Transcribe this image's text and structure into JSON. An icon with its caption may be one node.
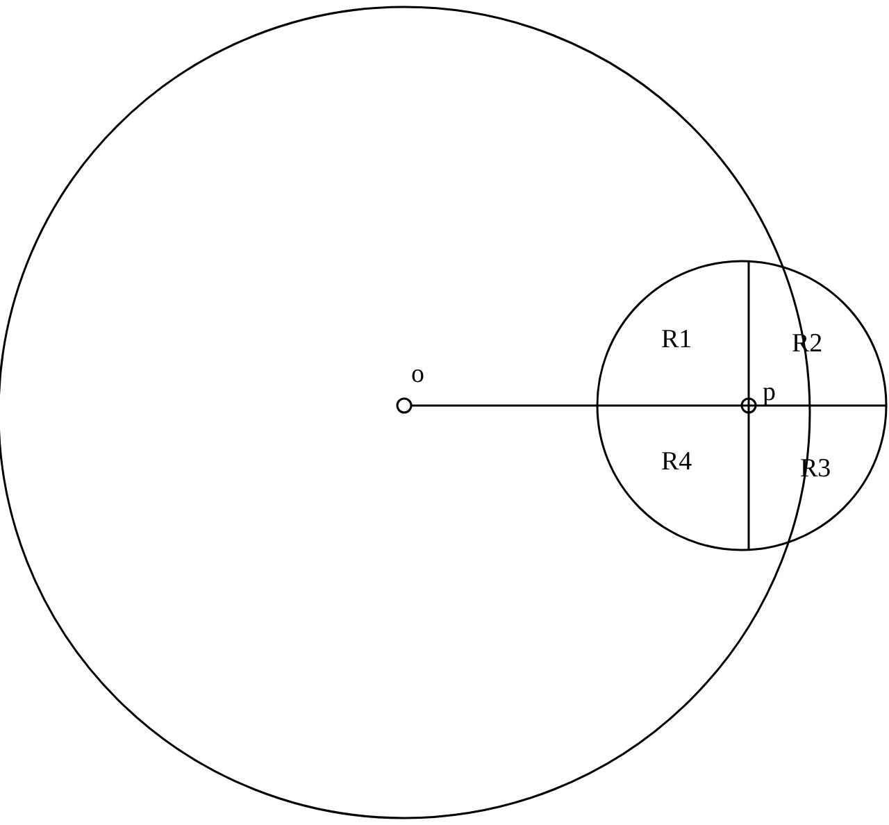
{
  "diagram": {
    "labels": [
      "R1",
      "R2",
      "o",
      "p",
      "R4",
      "R3"
    ]
  }
}
